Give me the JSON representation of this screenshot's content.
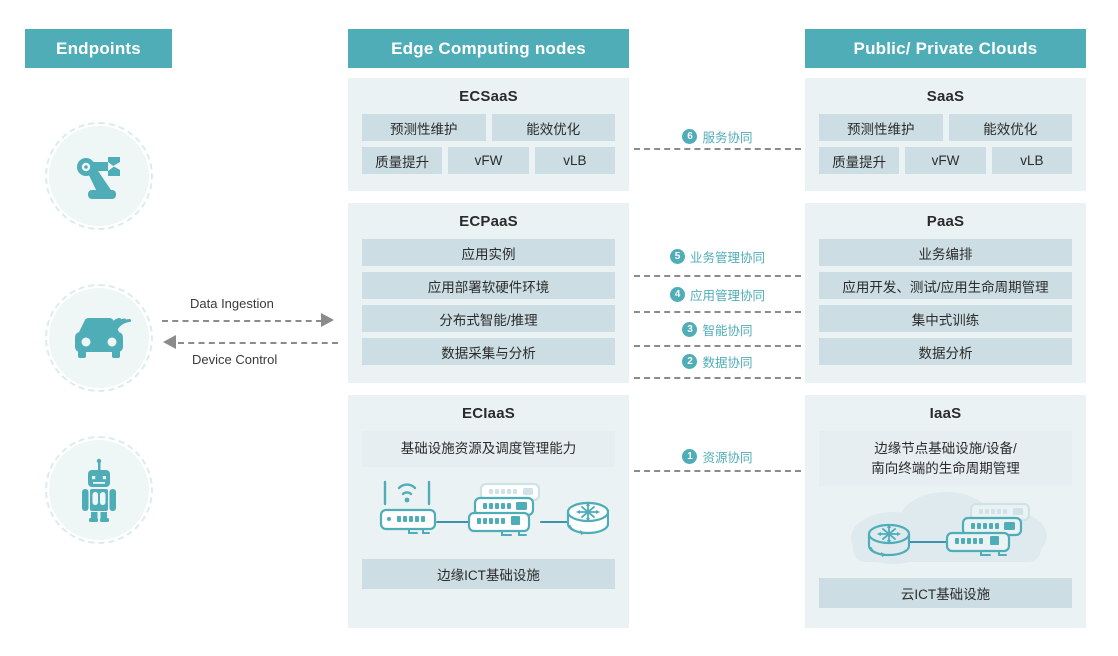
{
  "headers": {
    "endpoints": "Endpoints",
    "edge": "Edge Computing nodes",
    "cloud": "Public/ Private Clouds"
  },
  "colors": {
    "header_bg": "#4fadb8",
    "panel_bg": "#ebf2f4",
    "cell_bg": "#ccdee3",
    "cell_light_bg": "#e6eef1",
    "accent_text": "#4fadb8",
    "connector": "#8b8b8b"
  },
  "endpoints": {
    "items": [
      {
        "name": "robot-arm",
        "icon": "robot-arm-icon"
      },
      {
        "name": "connected-car",
        "icon": "connected-car-icon"
      },
      {
        "name": "robot",
        "icon": "robot-icon"
      }
    ]
  },
  "flows": {
    "ingestion": "Data Ingestion",
    "control": "Device Control"
  },
  "edge": {
    "saas": {
      "title": "ECSaaS",
      "row1": [
        "预测性维护",
        "能效优化"
      ],
      "row2": [
        "质量提升",
        "vFW",
        "vLB"
      ]
    },
    "paas": {
      "title": "ECPaaS",
      "items": [
        "应用实例",
        "应用部署软硬件环境",
        "分布式智能/推理",
        "数据采集与分析"
      ]
    },
    "iaas": {
      "title": "ECIaaS",
      "capability": "基础设施资源及调度管理能力",
      "art": "network-devices-icon",
      "footer": "边缘ICT基础设施"
    }
  },
  "cloud": {
    "saas": {
      "title": "SaaS",
      "row1": [
        "预测性维护",
        "能效优化"
      ],
      "row2": [
        "质量提升",
        "vFW",
        "vLB"
      ]
    },
    "paas": {
      "title": "PaaS",
      "items": [
        "业务编排",
        "应用开发、测试/应用生命周期管理",
        "集中式训练",
        "数据分析"
      ]
    },
    "iaas": {
      "title": "IaaS",
      "capability_line1": "边缘节点基础设施/设备/",
      "capability_line2": "南向终端的生命周期管理",
      "art": "cloud-network-icon",
      "footer": "云ICT基础设施"
    }
  },
  "connectors": [
    {
      "num": "6",
      "label": "服务协同"
    },
    {
      "num": "5",
      "label": "业务管理协同"
    },
    {
      "num": "4",
      "label": "应用管理协同"
    },
    {
      "num": "3",
      "label": "智能协同"
    },
    {
      "num": "2",
      "label": "数据协同"
    },
    {
      "num": "1",
      "label": "资源协同"
    }
  ]
}
